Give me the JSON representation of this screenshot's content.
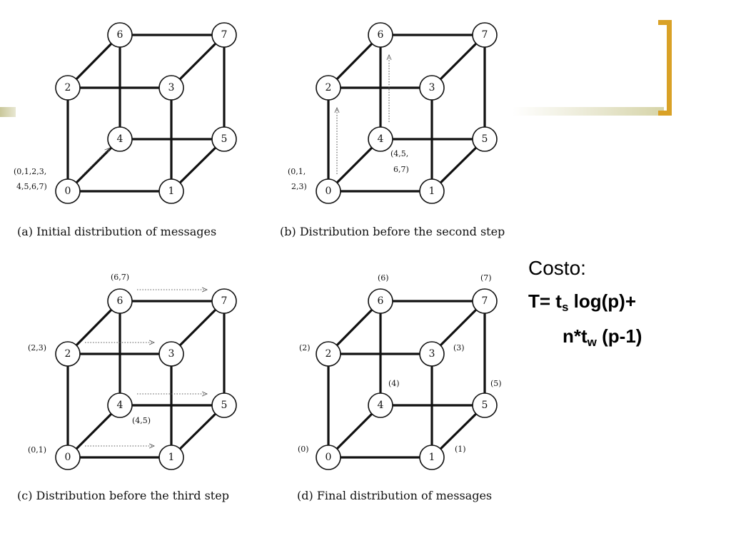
{
  "decorations": {
    "accent_color": "#d9a126",
    "bar_color": "#d6d4a8"
  },
  "panels": [
    {
      "caption": "(a) Initial distribution of messages",
      "labels": [
        "(0,1,2,3,",
        "4,5,6,7)"
      ],
      "arrows": [
        [
          "0",
          "4"
        ]
      ]
    },
    {
      "caption": "(b) Distribution before the second step",
      "labels": [
        "(0,1,",
        "2,3)",
        "(4,5,",
        "6,7)"
      ],
      "arrows": [
        [
          "0",
          "2"
        ],
        [
          "4",
          "6"
        ]
      ]
    },
    {
      "caption": "(c) Distribution before the third step",
      "labels": [
        "(6,7)",
        "(2,3)",
        "(4,5)",
        "(0,1)"
      ],
      "arrows": [
        [
          "6",
          "7"
        ],
        [
          "2",
          "3"
        ],
        [
          "4",
          "5"
        ],
        [
          "0",
          "1"
        ]
      ]
    },
    {
      "caption": "(d) Final distribution of messages",
      "labels": [
        "(6)",
        "(7)",
        "(2)",
        "(3)",
        "(4)",
        "(5)",
        "(0)",
        "(1)"
      ],
      "arrows": []
    }
  ],
  "cube": {
    "nodes": [
      "0",
      "1",
      "2",
      "3",
      "4",
      "5",
      "6",
      "7"
    ],
    "edges": [
      [
        "0",
        "1"
      ],
      [
        "0",
        "2"
      ],
      [
        "0",
        "4"
      ],
      [
        "1",
        "3"
      ],
      [
        "1",
        "5"
      ],
      [
        "2",
        "3"
      ],
      [
        "2",
        "6"
      ],
      [
        "3",
        "7"
      ],
      [
        "4",
        "5"
      ],
      [
        "4",
        "6"
      ],
      [
        "5",
        "7"
      ],
      [
        "6",
        "7"
      ]
    ]
  },
  "cost": {
    "title": "Costo:",
    "formula": {
      "t_prefix": "T= t",
      "ts_sub": "s",
      "log_part": " log(p)+",
      "n_prefix": "n*t",
      "tw_sub": "w",
      "p_part": " (p-1)"
    }
  }
}
